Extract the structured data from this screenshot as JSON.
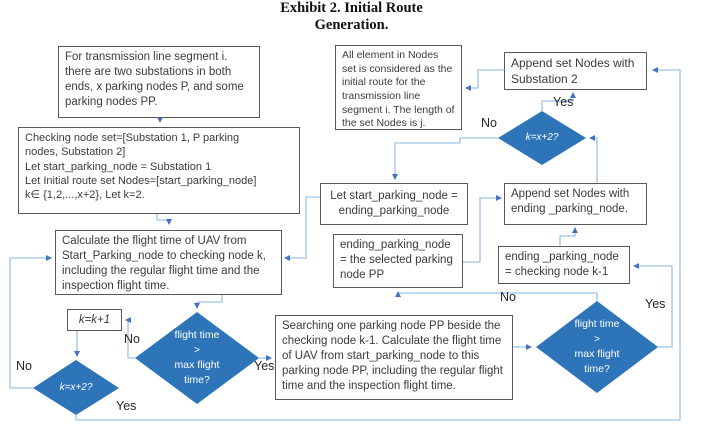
{
  "title": {
    "text": "Exhibit 2.  Initial Route\nGeneration."
  },
  "nodes": {
    "intro": {
      "text": "For transmission line segment i. there are two substations in both ends, x parking nodes P, and some parking nodes PP."
    },
    "checking": {
      "text": "Checking node set=[Substation 1, P parking\nnodes, Substation 2]\nLet start_parking_node = Substation 1\nLet Initial route set Nodes=[start_parking_node]\nk∈ {1,2,...,x+2}, Let k=2."
    },
    "calculate": {
      "text": "Calculate the flight time of UAV from Start_Parking_node to checking node k, including the regular flight time and the inspection flight time."
    },
    "k_increment": {
      "text": "k=k+1"
    },
    "searching": {
      "text": "Searching one parking node PP beside the checking node k-1. Calculate the flight time of UAV from start_parking_node to this parking node PP, including the regular flight time and the inspection flight time."
    },
    "ending_pp": {
      "text": "ending_parking_node = the selected parking node PP"
    },
    "ending_k1": {
      "text": "ending _parking_node = checking node k-1"
    },
    "let_start": {
      "text": "Let start_parking_node = ending_parking_node"
    },
    "append_ending": {
      "text": "Append set Nodes with ending _parking_node."
    },
    "all_element": {
      "text": "All element in Nodes set is considered as the initial route for the transmission line segment i.  The length of the set Nodes is j."
    },
    "append_sub2": {
      "text": "Append set Nodes with Substation 2"
    },
    "diamond_k_left": {
      "text": "k=x+2?"
    },
    "diamond_flight_center": {
      "text": "flight time\n>\nmax flight\ntime?"
    },
    "diamond_flight_right": {
      "text": "flight time\n>\nmax flight\ntime?"
    },
    "diamond_k_right": {
      "text": "k=x+2?"
    }
  },
  "edge_labels": {
    "no_left": "No",
    "yes_bottom": "Yes",
    "no_center": "No",
    "yes_center": "Yes",
    "no_right": "No",
    "yes_right": "Yes",
    "no_top_right": "No",
    "yes_top_right": "Yes"
  },
  "colors": {
    "diamond_fill": "#2e74b9",
    "connector": "#9dc3e6",
    "arrowhead": "#4472c4",
    "box_border": "#595959",
    "box_text": "#3b3b3b",
    "label_text": "#262626"
  }
}
